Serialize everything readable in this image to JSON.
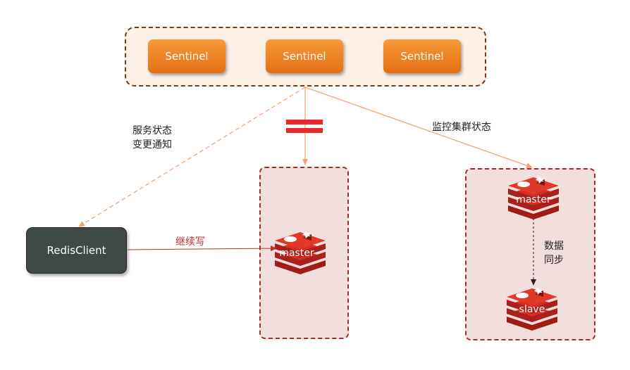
{
  "sentinels": [
    "Sentinel",
    "Sentinel",
    "Sentinel"
  ],
  "labels": {
    "notify_line1": "服务状态",
    "notify_line2": "变更通知",
    "monitor": "监控集群状态",
    "continue_write": "继续写",
    "sync_line1": "数据",
    "sync_line2": "同步"
  },
  "client": {
    "label": "RedisClient"
  },
  "redis_nodes": {
    "new_master": "master",
    "right_master": "master",
    "right_slave": "slave"
  },
  "colors": {
    "sentinel_orange": "#f08326",
    "group_border": "#7a3b17",
    "node_group_border": "#a32b2b",
    "redis_red": "#d82c20",
    "arrow_orange": "#f0a070",
    "client_dark": "#3f4a47"
  }
}
